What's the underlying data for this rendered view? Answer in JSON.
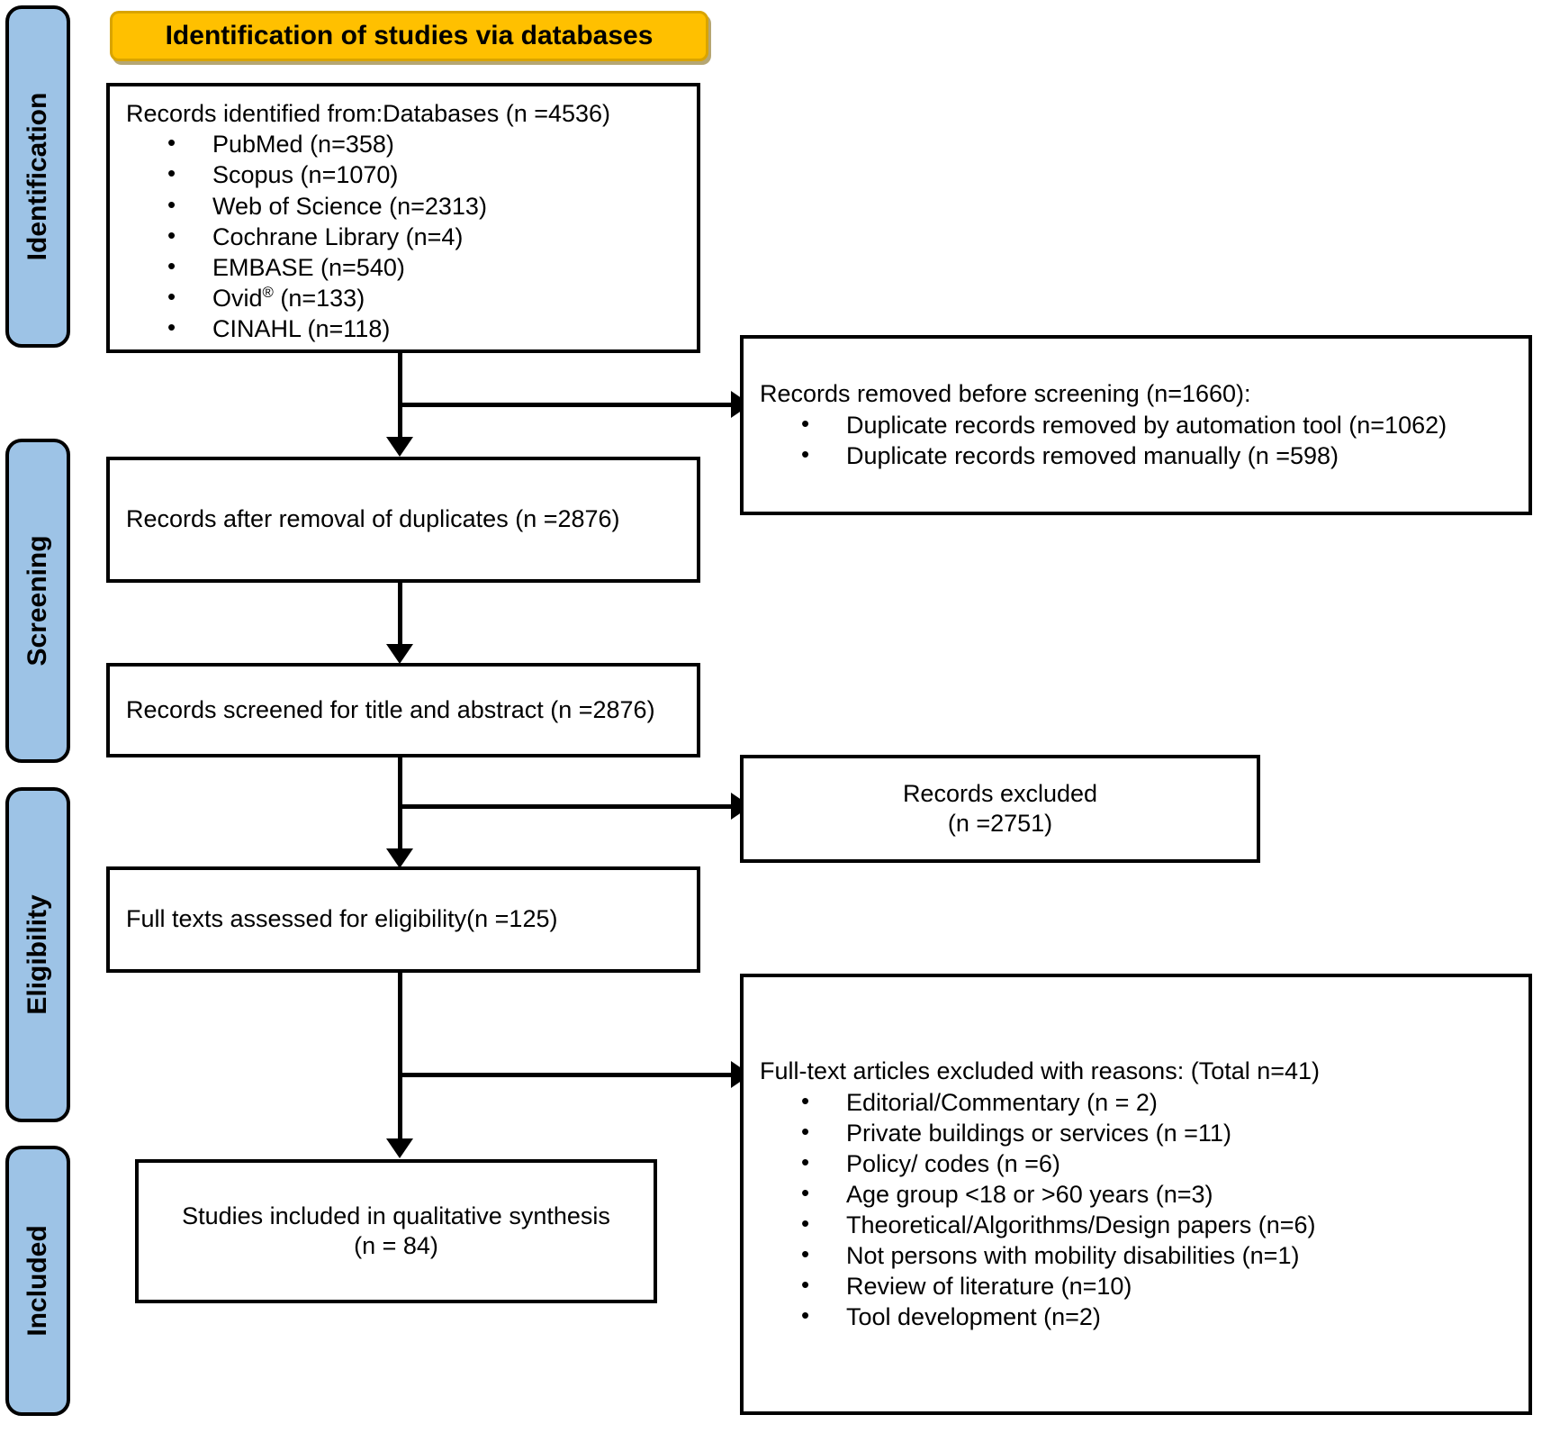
{
  "diagram": {
    "type": "prisma-flow-diagram",
    "title": "Identification of studies via databases"
  },
  "stages": [
    {
      "id": "identification",
      "label": "Identification"
    },
    {
      "id": "screening",
      "label": "Screening"
    },
    {
      "id": "eligibility",
      "label": "Eligibility"
    },
    {
      "id": "included",
      "label": "Included"
    }
  ],
  "boxes": {
    "identified": {
      "heading": "Records identified from:Databases (n =4536)",
      "items": [
        "PubMed (n=358)",
        "Scopus (n=1070)",
        "Web of Science (n=2313)",
        "Cochrane Library (n=4)",
        "EMBASE (n=540)",
        "Ovid® (n=133)",
        "CINAHL (n=118)"
      ],
      "ovid_base": "Ovid",
      "ovid_sup": "®",
      "ovid_tail": " (n=133)"
    },
    "removed_before_screening": {
      "heading": "Records removed before screening (n=1660):",
      "items": [
        "Duplicate records removed by automation tool (n=1062)",
        "Duplicate records removed manually (n =598)"
      ]
    },
    "after_duplicates": {
      "heading": "Records after removal of duplicates (n =2876)"
    },
    "screened": {
      "heading": "Records screened for title and abstract (n =2876)"
    },
    "records_excluded": {
      "line1": "Records excluded",
      "line2": "(n =2751)"
    },
    "full_texts_assessed": {
      "heading": "Full texts assessed for eligibility(n =125)"
    },
    "fulltext_excluded": {
      "heading": "Full-text articles excluded with reasons: (Total n=41)",
      "items": [
        "Editorial/Commentary (n = 2)",
        "Private buildings or services (n =11)",
        "Policy/ codes (n =6)",
        "Age group <18 or >60 years (n=3)",
        "Theoretical/Algorithms/Design papers (n=6)",
        "Not persons with mobility disabilities (n=1)",
        "Review of literature (n=10)",
        "Tool development (n=2)"
      ]
    },
    "included_studies": {
      "line1": "Studies included in qualitative synthesis",
      "line2": "(n = 84)"
    }
  },
  "colors": {
    "stage_fill": "#9dc3e6",
    "title_fill": "#ffc000",
    "stroke": "#000000",
    "box_fill": "#ffffff"
  }
}
